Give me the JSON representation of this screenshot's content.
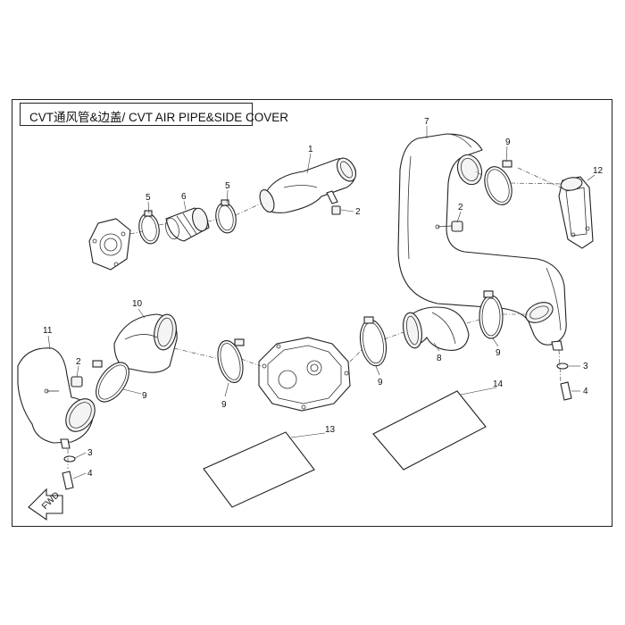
{
  "title": "CVT通风管&边盖/ CVT AIR PIPE&SIDE COVER",
  "callouts": {
    "c1": "1",
    "c2a": "2",
    "c2b": "2",
    "c2c": "2",
    "c3a": "3",
    "c3b": "3",
    "c4a": "4",
    "c4b": "4",
    "c5a": "5",
    "c5b": "5",
    "c6": "6",
    "c7": "7",
    "c8": "8",
    "c9a": "9",
    "c9b": "9",
    "c9c": "9",
    "c9d": "9",
    "c9e": "9",
    "c10": "10",
    "c11": "11",
    "c12": "12",
    "c13": "13",
    "c14": "14"
  }
}
